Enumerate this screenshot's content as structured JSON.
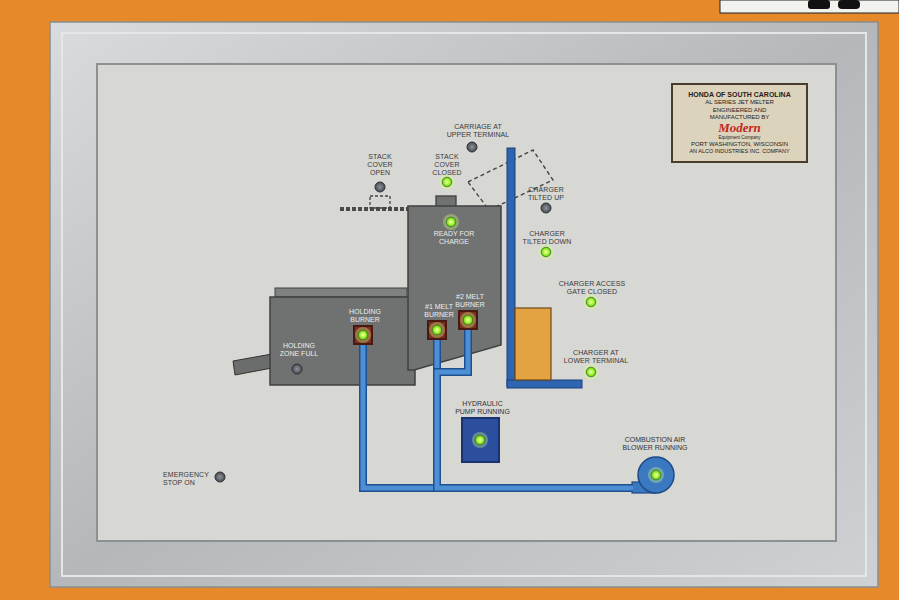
{
  "diagram": {
    "nodes": [
      {
        "text": [
          "HONDA OF SOUTH CAROLINA",
          "AL SERIES JET MELTER",
          "ENGINEERED AND MANUFACTURED BY",
          "Modern",
          "Equipment Company",
          "PORT WASHINGTON, WISCONSIN",
          "AN ALCO INDUSTRIES INC. COMPANY"
        ]
      },
      {
        "text": [
          "READY FOR CHARGE"
        ]
      },
      {
        "text": [
          "#1 MELT BURNER"
        ],
        "in": 1
      },
      {
        "text": [
          "#2 MELT BURNER"
        ],
        "in": 1
      },
      {
        "text": [
          "HOLDING ZONE FULL"
        ]
      },
      {
        "text": [
          "HOLDING BURNER"
        ],
        "in": 4
      },
      {
        "text": [
          "HYDRAULIC PUMP RUNNING"
        ]
      },
      {
        "text": [
          "COMBUSTION AIR BLOWER RUNNING"
        ]
      }
    ],
    "edges": [
      {
        "from": 7,
        "to": 5,
        "arrow": "none"
      },
      {
        "from": 7,
        "to": 2,
        "arrow": "none"
      },
      {
        "from": 7,
        "to": 3,
        "arrow": "none"
      }
    ],
    "labels": [
      "CARRIAGE AT UPPER TERMINAL",
      "STACK COVER OPEN",
      "STACK COVER CLOSED",
      "CHARGER TILTED UP",
      "CHARGER TILTED DOWN",
      "CHARGER ACCESS GATE CLOSED",
      "CHARGER AT LOWER TERMINAL",
      "EMERGENCY STOP ON"
    ]
  }
}
